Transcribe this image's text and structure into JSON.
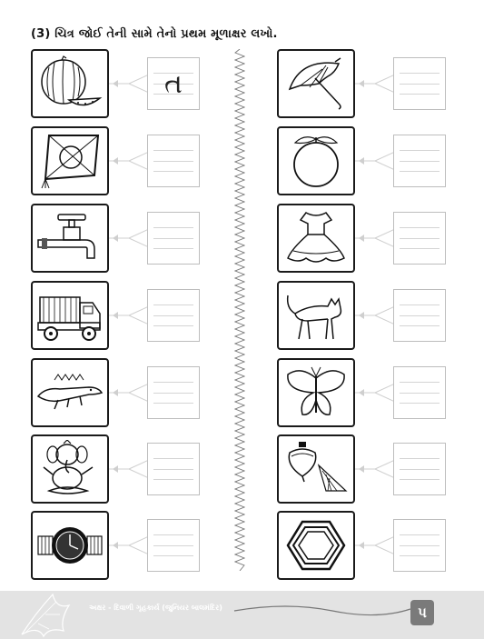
{
  "title": "(3)  ચિત્ર જોઈ તેની સામે તેનો પ્રથમ મૂળાક્ષર લખો.",
  "left_items": [
    {
      "picture": "watermelon",
      "answer": "ત"
    },
    {
      "picture": "kite",
      "answer": ""
    },
    {
      "picture": "tap",
      "answer": ""
    },
    {
      "picture": "truck",
      "answer": ""
    },
    {
      "picture": "crocodile",
      "answer": ""
    },
    {
      "picture": "ganesha",
      "answer": ""
    },
    {
      "picture": "wristwatch",
      "answer": ""
    }
  ],
  "right_items": [
    {
      "picture": "umbrella",
      "answer": ""
    },
    {
      "picture": "orange",
      "answer": ""
    },
    {
      "picture": "frock",
      "answer": ""
    },
    {
      "picture": "cat",
      "answer": ""
    },
    {
      "picture": "butterfly",
      "answer": ""
    },
    {
      "picture": "spinning-top",
      "answer": ""
    },
    {
      "picture": "hexagon",
      "answer": ""
    }
  ],
  "footer": {
    "text": "અક્ષર - દિવાળી ગૃહકાર્ય (જુનિયર બાલમંદિર)",
    "page_number": "પ"
  }
}
